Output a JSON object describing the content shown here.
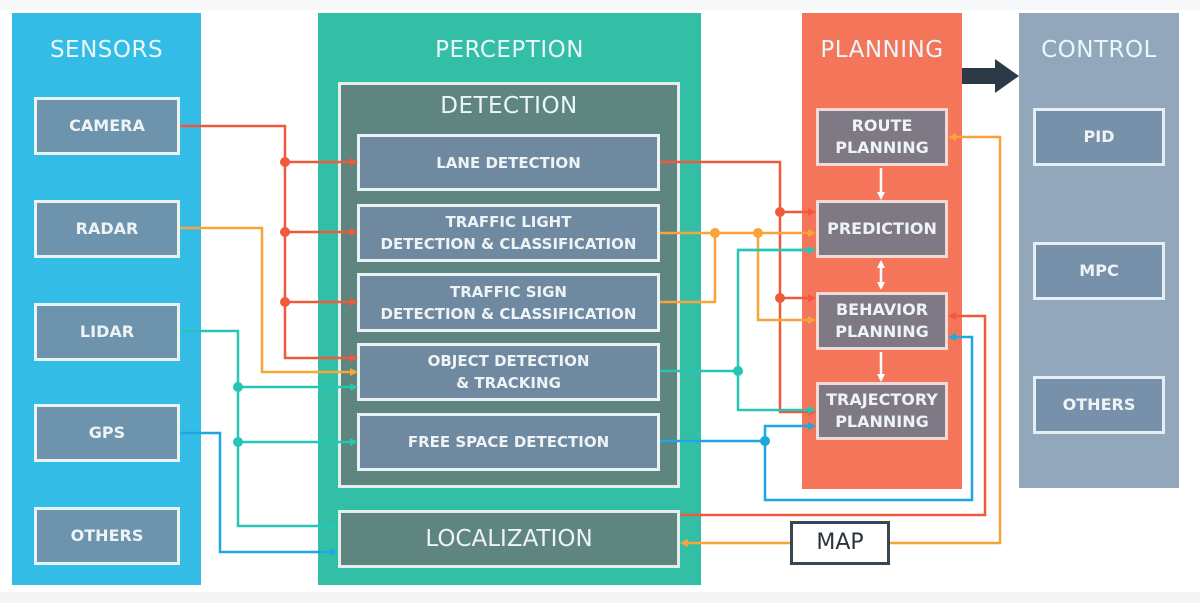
{
  "colors": {
    "sensors": "#33bde6",
    "perception": "#33bfa6",
    "planning": "#f5755a",
    "control": "#92a7bb",
    "wire_red": "#ef5a3c",
    "wire_orange": "#f7a53a",
    "wire_teal": "#26c6b4",
    "wire_blue": "#1ea7e1",
    "arrow_dark": "#2c3a47"
  },
  "sensors": {
    "title": "SENSORS",
    "items": [
      {
        "label": "CAMERA"
      },
      {
        "label": "RADAR"
      },
      {
        "label": "LIDAR"
      },
      {
        "label": "GPS"
      },
      {
        "label": "OTHERS"
      }
    ]
  },
  "perception": {
    "title": "PERCEPTION",
    "detection": {
      "title": "DETECTION",
      "items": [
        {
          "label": "LANE DETECTION"
        },
        {
          "label": "TRAFFIC LIGHT\nDETECTION & CLASSIFICATION"
        },
        {
          "label": "TRAFFIC SIGN\nDETECTION & CLASSIFICATION"
        },
        {
          "label": "OBJECT DETECTION\n& TRACKING"
        },
        {
          "label": "FREE SPACE DETECTION"
        }
      ]
    },
    "localization": "LOCALIZATION"
  },
  "map": "MAP",
  "planning": {
    "title": "PLANNING",
    "items": [
      {
        "label": "ROUTE\nPLANNING"
      },
      {
        "label": "PREDICTION"
      },
      {
        "label": "BEHAVIOR\nPLANNING"
      },
      {
        "label": "TRAJECTORY\nPLANNING"
      }
    ]
  },
  "control": {
    "title": "CONTROL",
    "items": [
      {
        "label": "PID"
      },
      {
        "label": "MPC"
      },
      {
        "label": "OTHERS"
      }
    ]
  }
}
